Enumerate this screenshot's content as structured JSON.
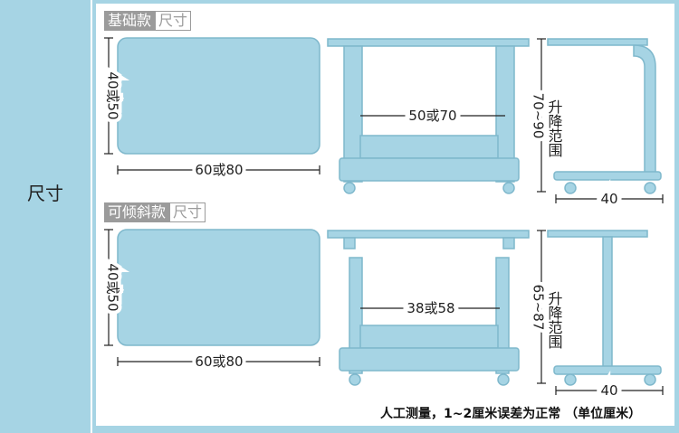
{
  "side_label": "尺寸",
  "section1": {
    "tag_main": "基础款",
    "tag_sub": "尺寸",
    "top_depth": "40或50",
    "top_width": "60或80",
    "inner_width": "50或70",
    "lift_range_title": "升降范围",
    "lift_range": "70~90",
    "base_depth": "40"
  },
  "section2": {
    "tag_main": "可倾斜款",
    "tag_sub": "尺寸",
    "top_depth": "40或50",
    "top_width": "60或80",
    "inner_width": "38或58",
    "lift_range_title": "升降范围",
    "lift_range": "65~87",
    "base_depth": "40"
  },
  "footer_note": "人工测量，1~2厘米误差为正常 （单位厘米）",
  "colors": {
    "accent": "#a6d4e4",
    "stroke": "#7fb8cc",
    "tag_gray": "#9b9b9b"
  }
}
